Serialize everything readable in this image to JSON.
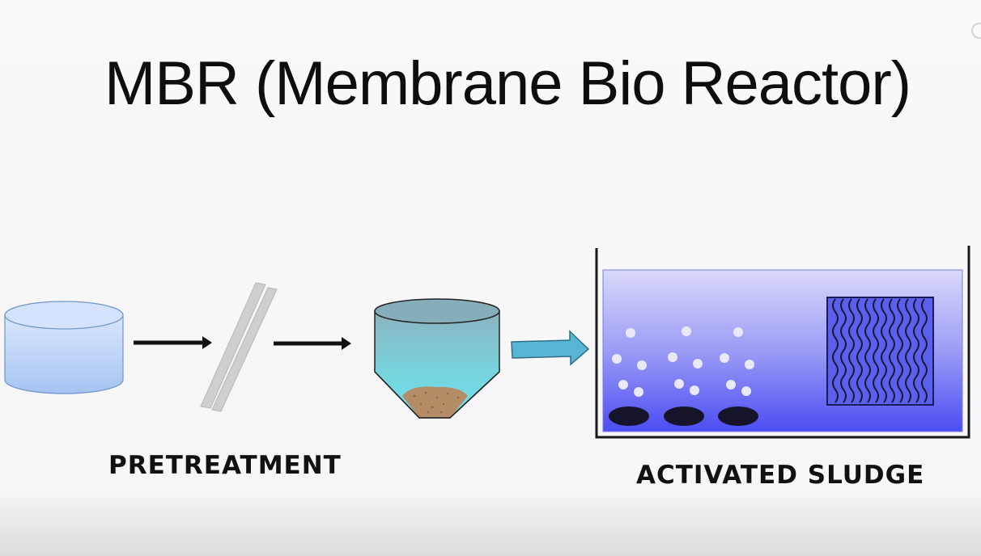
{
  "title": "MBR (Membrane Bio Reactor)",
  "labels": {
    "pretreatment": "PRETREATMENT",
    "activated_sludge": "ACTIVATED SLUDGE"
  },
  "colors": {
    "tank_fill_top": "#cfe0fb",
    "tank_fill_bottom": "#a9c6f3",
    "screen": "#c8c8c8",
    "clarifier_water_top": "#87b5c2",
    "clarifier_water_bottom": "#72d6e0",
    "sludge": "#b48c66",
    "transfer_arrow": "#5ab6d6",
    "reactor_top": "#d6d4fb",
    "reactor_bottom": "#4a4cf3",
    "membrane": "#5558ee",
    "diffuser": "#15142a",
    "bubble": "#e6e6f8"
  },
  "icons": [
    "feed-tank-icon",
    "bar-screen-icon",
    "clarifier-icon",
    "flow-arrow-icon",
    "bubble-icon",
    "diffuser-icon",
    "membrane-module-icon"
  ]
}
